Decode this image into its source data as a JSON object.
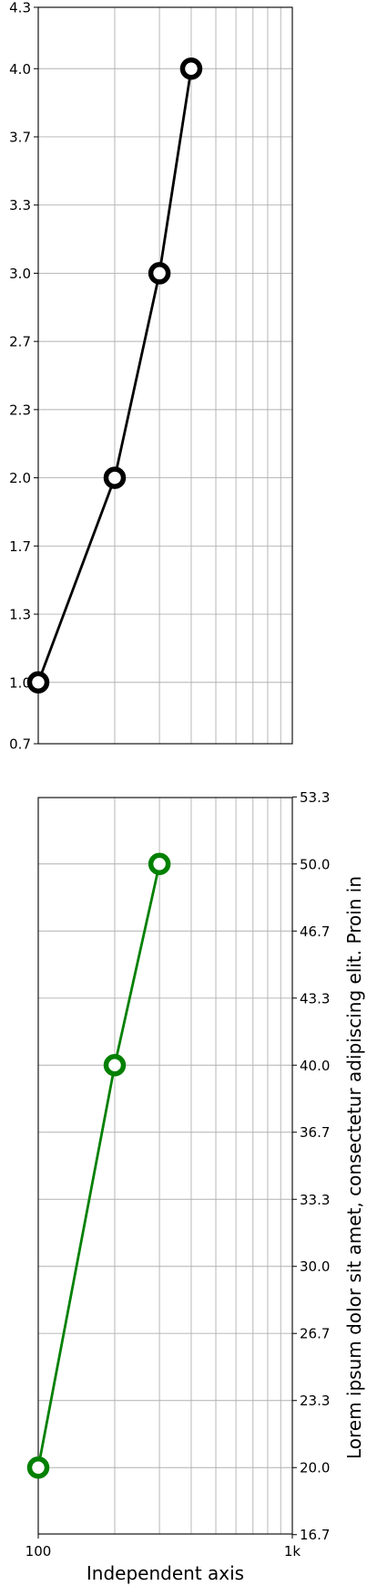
{
  "chart_data": [
    {
      "type": "line",
      "xscale": "log",
      "xlim": [
        100,
        1000
      ],
      "ylim": [
        0.7,
        4.3
      ],
      "yticks": [
        "0.7",
        "1.0",
        "1.3",
        "1.7",
        "2.0",
        "2.3",
        "2.7",
        "3.0",
        "3.3",
        "3.7",
        "4.0",
        "4.3"
      ],
      "ytick_values": [
        0.7,
        1.0,
        1.3333,
        1.6667,
        2.0,
        2.3333,
        2.6667,
        3.0,
        3.3333,
        3.6667,
        4.0,
        4.3
      ],
      "yaxis_side": "left",
      "grid": true,
      "series": [
        {
          "x": [
            100,
            200,
            300,
            400
          ],
          "y": [
            1,
            2,
            3,
            4
          ],
          "color": "#000000"
        }
      ]
    },
    {
      "type": "line",
      "xscale": "log",
      "xlim": [
        100,
        1000
      ],
      "ylim": [
        16.7,
        53.3
      ],
      "yticks": [
        "16.7",
        "20.0",
        "23.3",
        "26.7",
        "30.0",
        "33.3",
        "36.7",
        "40.0",
        "43.3",
        "46.7",
        "50.0",
        "53.3"
      ],
      "ytick_values": [
        16.667,
        20.0,
        23.333,
        26.667,
        30.0,
        33.333,
        36.667,
        40.0,
        43.333,
        46.667,
        50.0,
        53.333
      ],
      "yaxis_side": "right",
      "ylabel": "Lorem ipsum dolor sit amet, consectetur adipiscing elit. Proin in",
      "xlabel": "Independent axis",
      "xticks": [
        "100",
        "1k"
      ],
      "xtick_values": [
        100,
        1000
      ],
      "grid": true,
      "series": [
        {
          "x": [
            100,
            200,
            300
          ],
          "y": [
            20,
            40,
            50
          ],
          "color": "#008000"
        }
      ]
    }
  ]
}
